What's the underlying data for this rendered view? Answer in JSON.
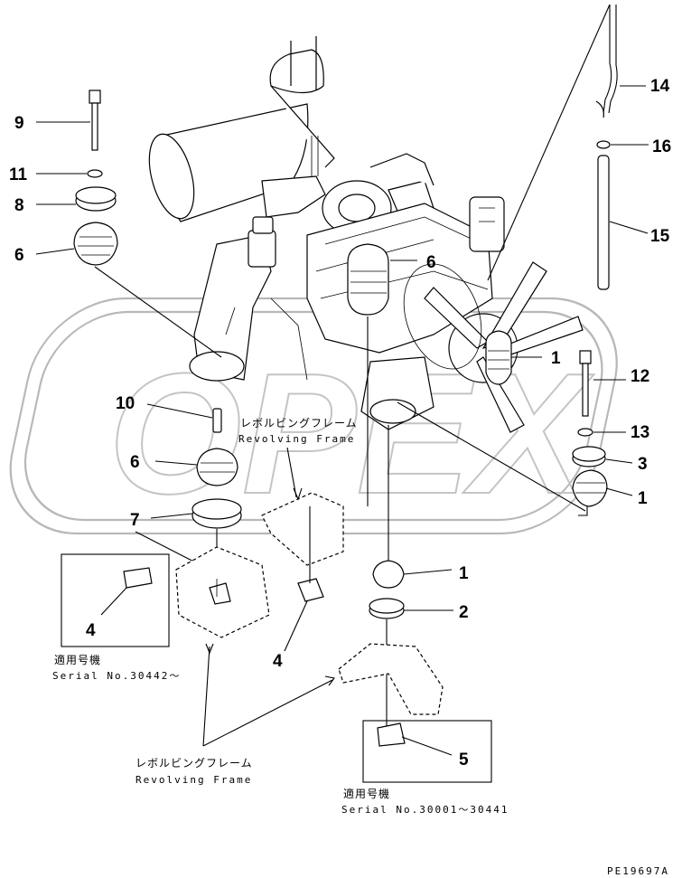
{
  "diagram": {
    "callouts": [
      {
        "id": "c14",
        "label": "14"
      },
      {
        "id": "c16",
        "label": "16"
      },
      {
        "id": "c15",
        "label": "15"
      },
      {
        "id": "c9",
        "label": "9"
      },
      {
        "id": "c11",
        "label": "11"
      },
      {
        "id": "c8",
        "label": "8"
      },
      {
        "id": "c6a",
        "label": "6"
      },
      {
        "id": "c6b",
        "label": "6"
      },
      {
        "id": "c1a",
        "label": "1"
      },
      {
        "id": "c12",
        "label": "12"
      },
      {
        "id": "c10",
        "label": "10"
      },
      {
        "id": "c13",
        "label": "13"
      },
      {
        "id": "c6c",
        "label": "6"
      },
      {
        "id": "c3",
        "label": "3"
      },
      {
        "id": "c1b",
        "label": "1"
      },
      {
        "id": "c7",
        "label": "7"
      },
      {
        "id": "c4a",
        "label": "4"
      },
      {
        "id": "c4b",
        "label": "4"
      },
      {
        "id": "c1c",
        "label": "1"
      },
      {
        "id": "c2",
        "label": "2"
      },
      {
        "id": "c5",
        "label": "5"
      }
    ],
    "revolving_frame_top": {
      "jp": "レボルビングフレーム",
      "en": "Revolving Frame"
    },
    "revolving_frame_bottom": {
      "jp": "レボルビングフレーム",
      "en": "Revolving Frame"
    },
    "applicable_left": {
      "jp": "適用号機",
      "serial": "Serial No.30442～"
    },
    "applicable_right": {
      "jp": "適用号機",
      "serial": "Serial No.30001～30441"
    },
    "figure_code": "PE19697A",
    "watermark": "OPEX"
  }
}
